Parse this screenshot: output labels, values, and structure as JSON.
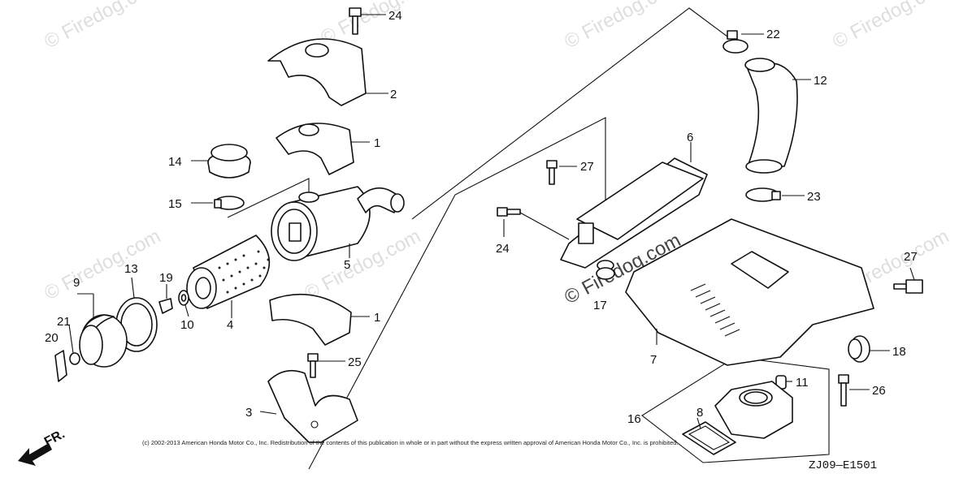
{
  "watermark": {
    "text": "© Firedog.com"
  },
  "copyright": "(c) 2002-2013 American Honda Motor Co., Inc. Redistribution of the contents of this publication in whole or in part without the express written approval of American Honda Motor Co., Inc. is prohibited.",
  "diagram_code": "ZJ09—E1501",
  "front_label": "FR.",
  "callouts": {
    "c1a": "1",
    "c1b": "1",
    "c2": "2",
    "c3": "3",
    "c4": "4",
    "c5": "5",
    "c6": "6",
    "c7": "7",
    "c8": "8",
    "c9": "9",
    "c10": "10",
    "c11": "11",
    "c12": "12",
    "c13": "13",
    "c14": "14",
    "c15": "15",
    "c16": "16",
    "c17": "17",
    "c18": "18",
    "c19": "19",
    "c20": "20",
    "c21": "21",
    "c22": "22",
    "c23": "23",
    "c24a": "24",
    "c24b": "24",
    "c25": "25",
    "c26": "26",
    "c27a": "27",
    "c27b": "27"
  }
}
